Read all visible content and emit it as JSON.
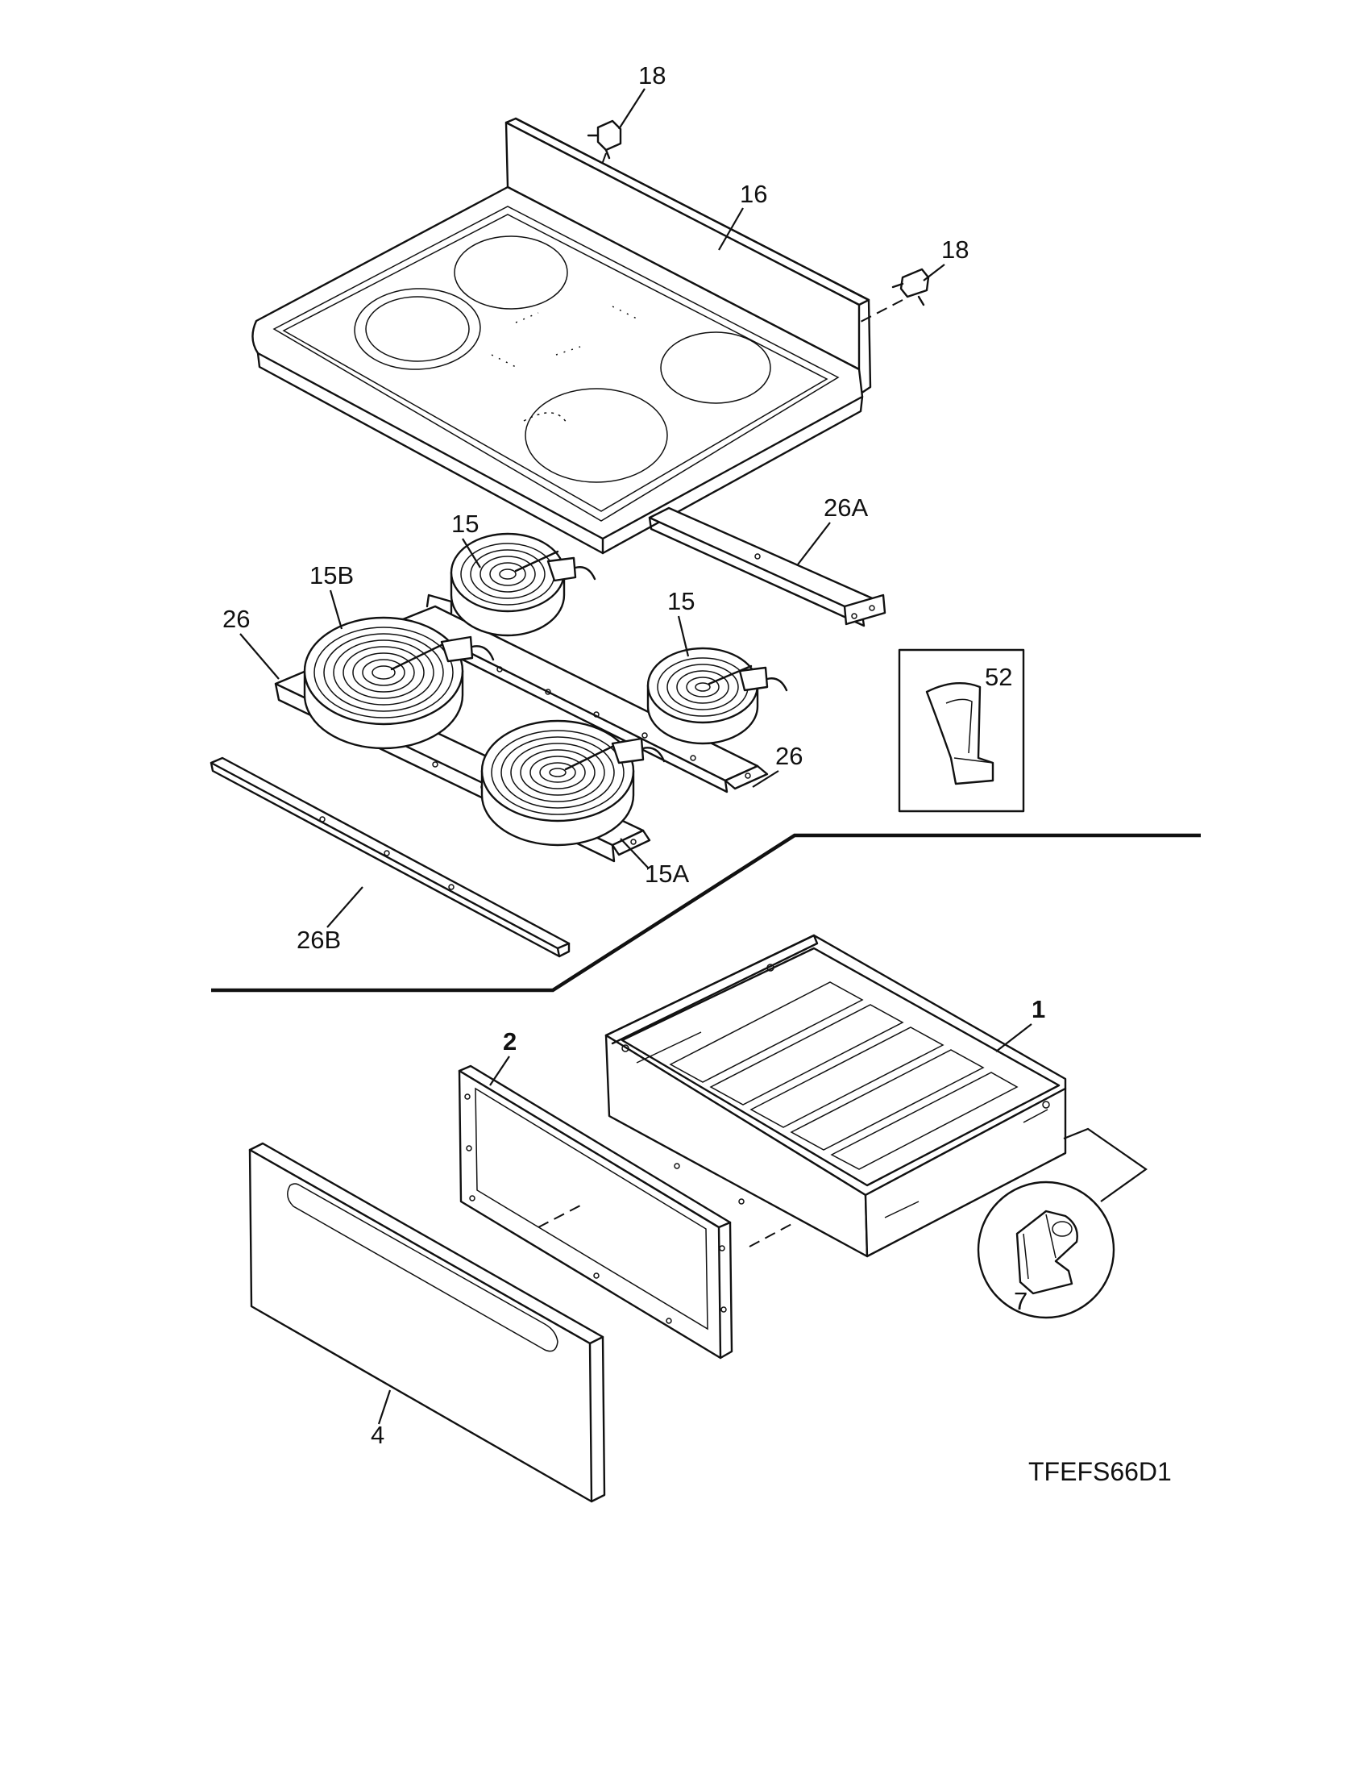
{
  "diagram": {
    "model_code": "TFEFS66D1",
    "callouts": {
      "p18_left": "18",
      "p18_right": "18",
      "p16": "16",
      "p26a": "26A",
      "p15_front": "15",
      "p15_right": "15",
      "p15b": "15B",
      "p26_left": "26",
      "p26_right": "26",
      "p52": "52",
      "p15a": "15A",
      "p26b": "26B",
      "p1": "1",
      "p2": "2",
      "p7": "7",
      "p4": "4"
    }
  }
}
